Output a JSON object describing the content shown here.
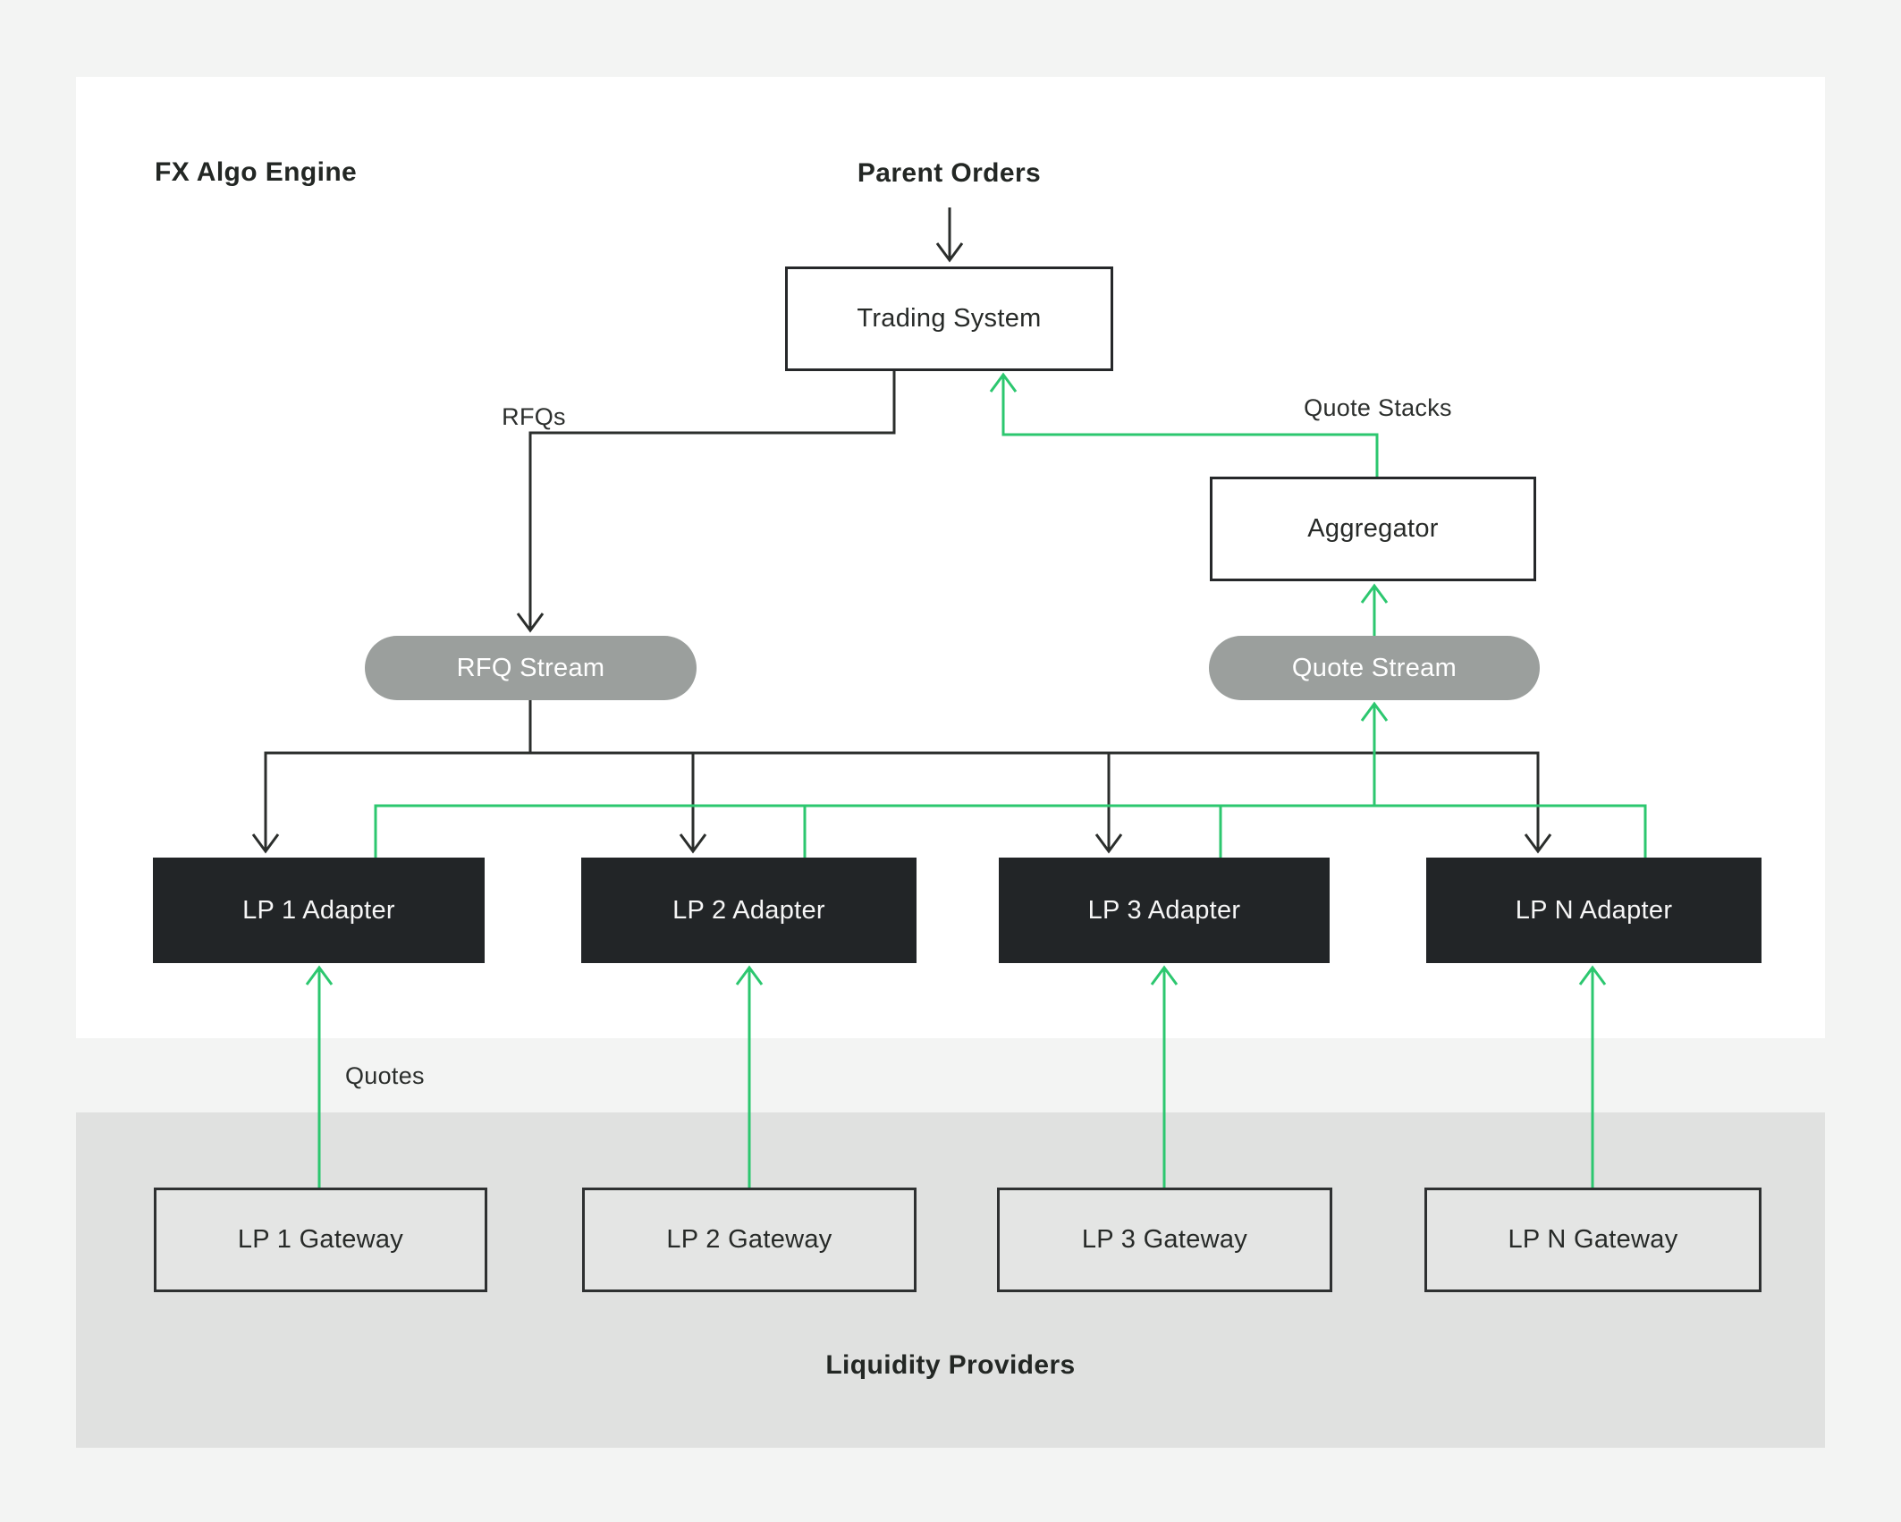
{
  "diagram": {
    "title": "FX Algo Engine",
    "parent_orders_label": "Parent Orders",
    "trading_system_label": "Trading System",
    "aggregator_label": "Aggregator",
    "rfq_stream_label": "RFQ Stream",
    "quote_stream_label": "Quote Stream",
    "adapters": [
      "LP 1 Adapter",
      "LP 2 Adapter",
      "LP 3 Adapter",
      "LP N Adapter"
    ],
    "gateways": [
      "LP 1 Gateway",
      "LP 2 Gateway",
      "LP 3 Gateway",
      "LP N Gateway"
    ],
    "edge_labels": {
      "rfqs": "RFQs",
      "quote_stacks": "Quote Stacks",
      "quotes": "Quotes"
    },
    "section_label": "Liquidity Providers",
    "colors": {
      "page_background": "#f3f4f3",
      "card_background": "#ffffff",
      "panel_background": "#e0e1e0",
      "request_flow_line": "#2b2e2c",
      "quote_flow_line": "#2cc76f",
      "stream_pill": "#9b9f9d",
      "adapter_fill": "#222527",
      "gateway_fill": "#e4e5e4",
      "text": "#272a28"
    }
  }
}
